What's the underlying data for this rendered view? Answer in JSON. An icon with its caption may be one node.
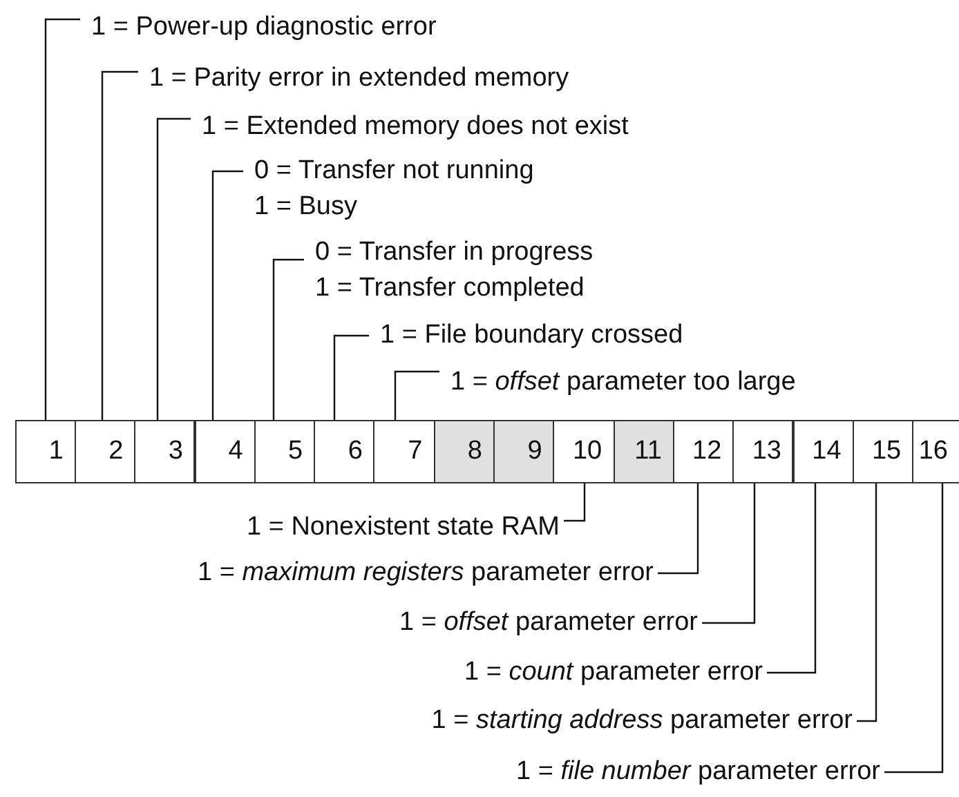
{
  "diagram": {
    "nodes": [
      {
        "text": [
          "1 = Power-up diagnostic error"
        ]
      },
      {
        "text": [
          "1 = Parity error in extended memory"
        ]
      },
      {
        "text": [
          "1 = Extended memory does not exist"
        ]
      },
      {
        "text": [
          "0 = Transfer not running",
          "1 = Busy"
        ]
      },
      {
        "text": [
          "0 = Transfer in progress",
          "1 = Transfer completed"
        ]
      },
      {
        "text": [
          "1 = File boundary crossed"
        ]
      },
      {
        "text": [
          "1 = *offset*  parameter too large"
        ]
      },
      {
        "text": [
          "1"
        ]
      },
      {
        "text": [
          "2"
        ]
      },
      {
        "text": [
          "3"
        ]
      },
      {
        "text": [
          "4"
        ]
      },
      {
        "text": [
          "5"
        ]
      },
      {
        "text": [
          "6"
        ]
      },
      {
        "text": [
          "7"
        ]
      },
      {
        "text": [
          "8"
        ]
      },
      {
        "text": [
          "9"
        ]
      },
      {
        "text": [
          "10"
        ]
      },
      {
        "text": [
          "11"
        ]
      },
      {
        "text": [
          "12"
        ]
      },
      {
        "text": [
          "13"
        ]
      },
      {
        "text": [
          "14"
        ]
      },
      {
        "text": [
          "15"
        ]
      },
      {
        "text": [
          "16"
        ]
      },
      {
        "text": [
          "1 = Nonexistent state RAM"
        ]
      },
      {
        "text": [
          "1 = *maximum  registers*  parameter error"
        ]
      },
      {
        "text": [
          "1 = *offset*  parameter error"
        ]
      },
      {
        "text": [
          "1 = *count*  parameter error"
        ]
      },
      {
        "text": [
          "1 = *starting  address*  parameter error"
        ]
      },
      {
        "text": [
          "1 = *file number*  parameter error"
        ]
      }
    ],
    "edges": [
      {
        "from": 0,
        "to": 7,
        "arrow": "none"
      },
      {
        "from": 1,
        "to": 8,
        "arrow": "none"
      },
      {
        "from": 2,
        "to": 9,
        "arrow": "none"
      },
      {
        "from": 3,
        "to": 10,
        "arrow": "none"
      },
      {
        "from": 4,
        "to": 11,
        "arrow": "none"
      },
      {
        "from": 5,
        "to": 12,
        "arrow": "none"
      },
      {
        "from": 6,
        "to": 13,
        "arrow": "none"
      },
      {
        "from": 23,
        "to": 16,
        "arrow": "none"
      },
      {
        "from": 24,
        "to": 18,
        "arrow": "none"
      },
      {
        "from": 25,
        "to": 19,
        "arrow": "none"
      },
      {
        "from": 26,
        "to": 20,
        "arrow": "none"
      },
      {
        "from": 27,
        "to": 21,
        "arrow": "none"
      },
      {
        "from": 28,
        "to": 22,
        "arrow": "none"
      }
    ]
  }
}
